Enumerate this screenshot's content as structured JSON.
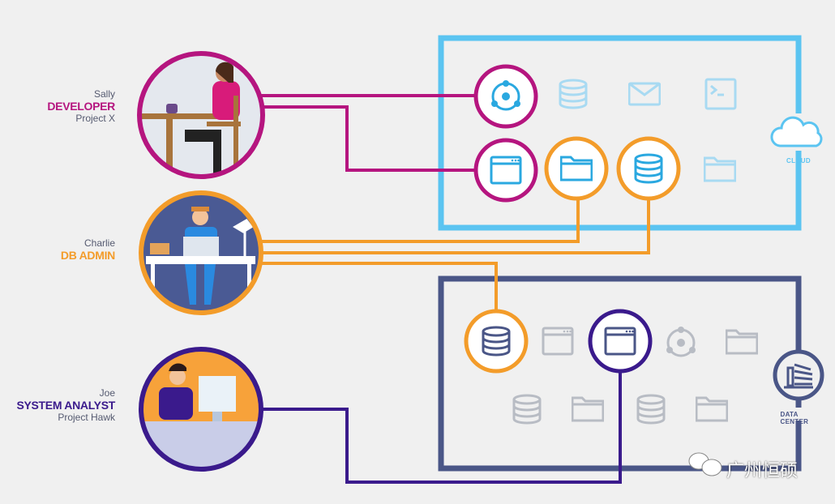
{
  "personas": [
    {
      "name": "Sally",
      "role": "DEVELOPER",
      "project": "Project X",
      "color": "#b5157f"
    },
    {
      "name": "Charlie",
      "role": "DB ADMIN",
      "project": "",
      "color": "#f39c2a"
    },
    {
      "name": "Joe",
      "role": "SYSTEM ANALYST",
      "project": "Project Hawk",
      "color": "#3a1a8c"
    }
  ],
  "environments": {
    "cloud": {
      "label": "CLOUD",
      "color": "#5bc4f1"
    },
    "datacenter": {
      "label": "DATA CENTER",
      "color": "#4a5687"
    }
  },
  "watermark": "广州恒硕"
}
